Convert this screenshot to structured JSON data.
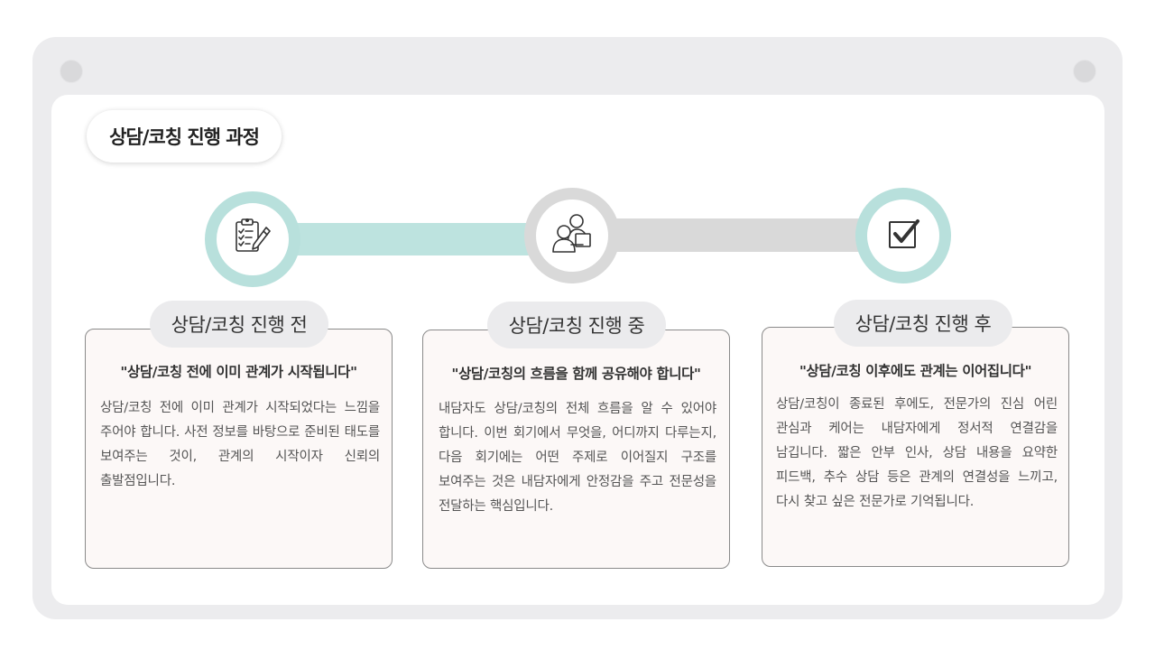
{
  "title": "상담/코칭 진행 과정",
  "colors": {
    "accent_teal": "#b8e0dc",
    "neutral_gray": "#d9d9d9",
    "card_bg": "#fcf8f7"
  },
  "stages": [
    {
      "icon": "clipboard-checklist-icon",
      "label": "상담/코칭 진행 전",
      "quote": "\"상담/코칭 전에 이미 관계가 시작됩니다\"",
      "description": "상담/코칭 전에 이미 관계가 시작되었다는 느낌을 주어야 합니다. 사전 정보를 바탕으로 준비된 태도를 보여주는 것이, 관계의 시작이자 신뢰의 출발점입니다."
    },
    {
      "icon": "two-people-consulting-icon",
      "label": "상담/코칭 진행 중",
      "quote": "\"상담/코칭의 흐름을 함께 공유해야 합니다\"",
      "description": "내담자도 상담/코칭의 전체 흐름을 알 수 있어야 합니다. 이번 회기에서 무엇을, 어디까지 다루는지, 다음 회기에는 어떤 주제로 이어질지 구조를 보여주는 것은 내담자에게 안정감을 주고 전문성을 전달하는 핵심입니다."
    },
    {
      "icon": "checkbox-checked-icon",
      "label": "상담/코칭 진행 후",
      "quote": "\"상담/코칭 이후에도 관계는 이어집니다\"",
      "description": "상담/코칭이 종료된 후에도, 전문가의 진심 어린 관심과 케어는 내담자에게 정서적 연결감을 남깁니다. 짧은 안부 인사, 상담 내용을 요약한 피드백, 추수 상담 등은 관계의 연결성을 느끼고, 다시 찾고 싶은 전문가로 기억됩니다."
    }
  ]
}
